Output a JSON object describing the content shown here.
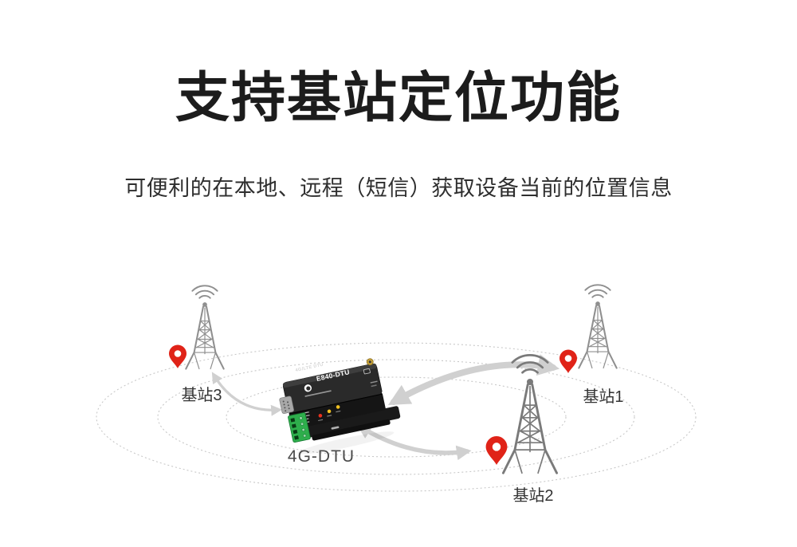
{
  "header": {
    "title": "支持基站定位功能",
    "subtitle": "可便利的在本地、远程（短信）获取设备当前的位置信息"
  },
  "diagram": {
    "device": {
      "label": "4G-DTU",
      "top_marking": "4G/LTE DTU",
      "brand_marking": "E840-DTU"
    },
    "stations": [
      {
        "label": "基站1"
      },
      {
        "label": "基站2"
      },
      {
        "label": "基站3"
      }
    ],
    "colors": {
      "pin_red": "#e02318",
      "tower_gray": "#8f8f8f",
      "tower_front_gray": "#7a7a7a",
      "arrow_gray": "#d0d0d0",
      "ring_gray": "#c8c8c8",
      "title_text": "#1c1c1c",
      "subtitle_text": "#2e2e2e",
      "label_text": "#333333"
    }
  }
}
